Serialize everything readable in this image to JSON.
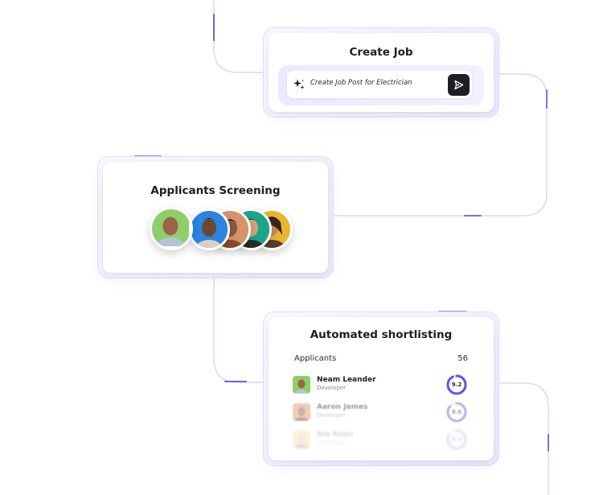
{
  "create_job": {
    "title": "Create Job",
    "prompt_text": "Create Job Post for Electrician",
    "icons": {
      "input": "sparkle-icon",
      "submit": "send-icon"
    }
  },
  "screening": {
    "title": "Applicants Screening",
    "avatar_count": 5
  },
  "shortlisting": {
    "title": "Automated shortlisting",
    "applicants_label": "Applicants",
    "applicants_count": "56",
    "candidates": [
      {
        "name": "Neam Leander",
        "role": "Developer",
        "score": "9.2",
        "score_fraction": 0.92
      },
      {
        "name": "Aaron James",
        "role": "Developer",
        "score": "8.6",
        "score_fraction": 0.86
      },
      {
        "name": "Nia Kean",
        "role": "Developer",
        "score": "8.3",
        "score_fraction": 0.83
      }
    ]
  },
  "colors": {
    "accent": "#6b4ee6",
    "connector": "#d9d6ee",
    "dark_button": "#1f1f23"
  }
}
